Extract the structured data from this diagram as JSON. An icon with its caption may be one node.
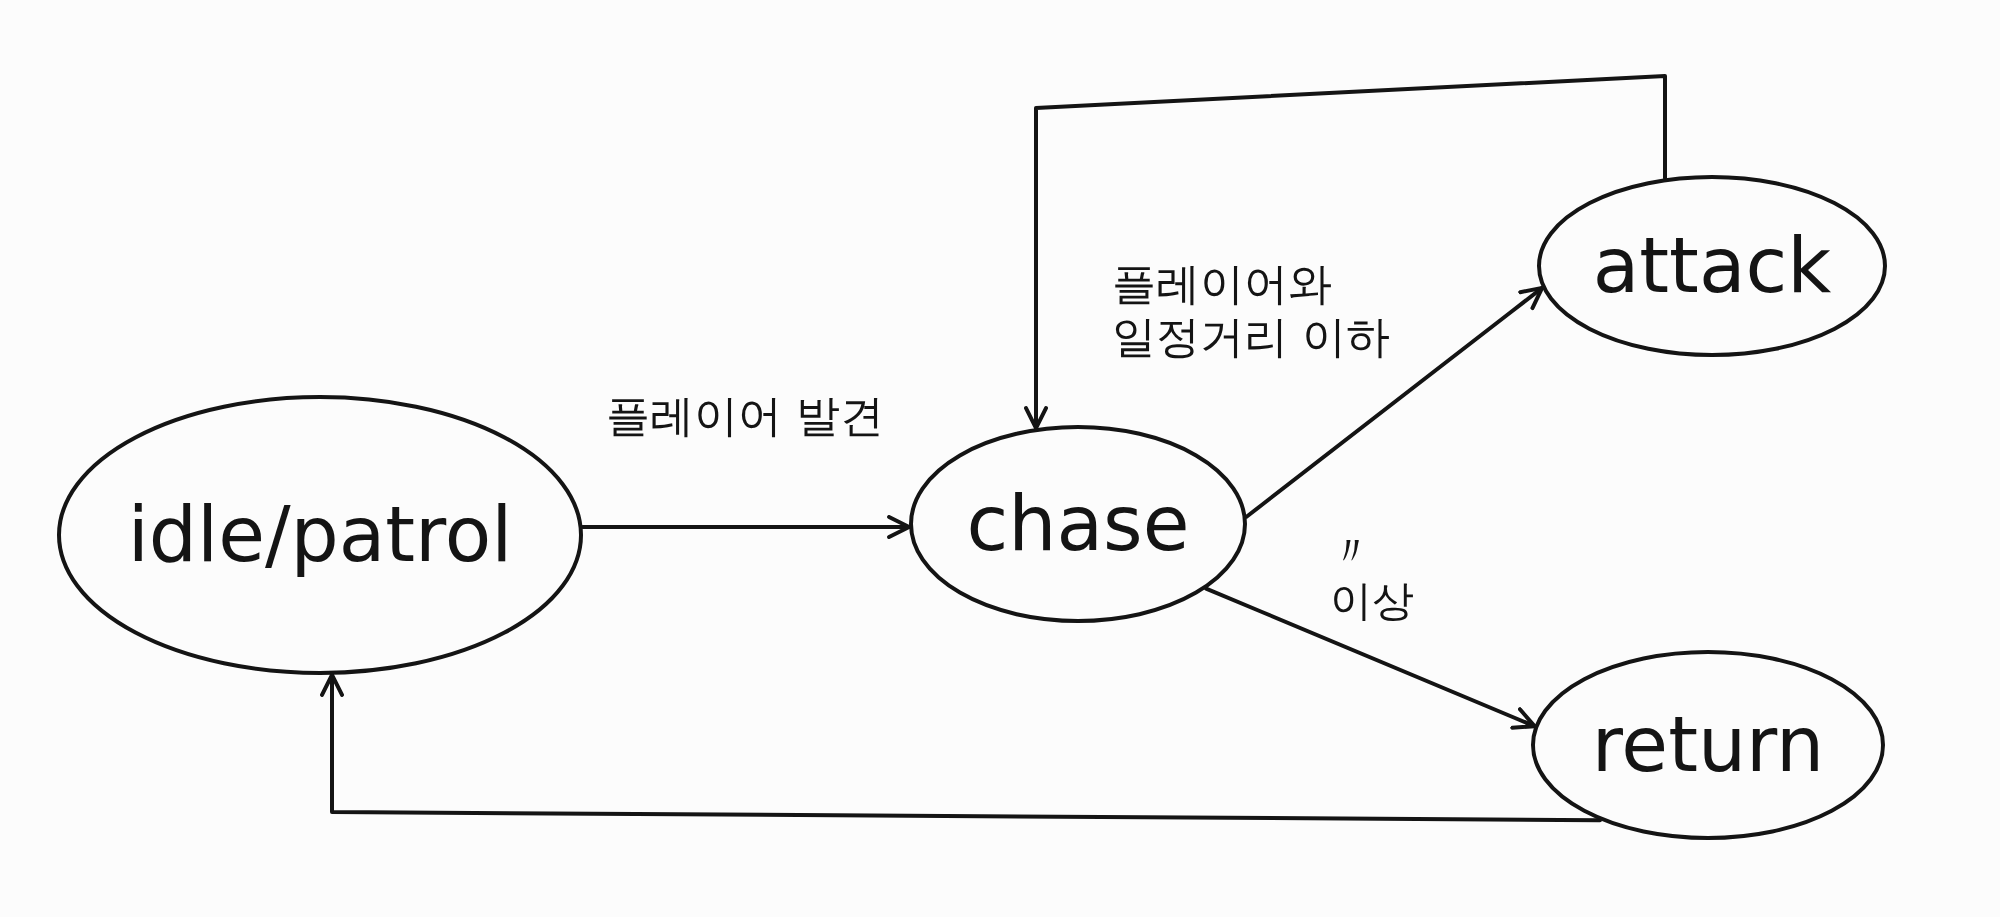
{
  "diagram": {
    "nodes": [
      {
        "text": [
          "idle/patrol"
        ]
      },
      {
        "text": [
          "chase"
        ]
      },
      {
        "text": [
          "attack"
        ]
      },
      {
        "text": [
          "return"
        ]
      }
    ],
    "edges": [
      {
        "from": 0,
        "to": 1,
        "arrow": "to",
        "label": "플레이어 발견"
      },
      {
        "from": 1,
        "to": 2,
        "arrow": "to",
        "label": "플레이어와 일정거리 이하"
      },
      {
        "from": 1,
        "to": 3,
        "arrow": "to",
        "label": "〃 이상"
      },
      {
        "from": 2,
        "to": 1,
        "arrow": "to"
      },
      {
        "from": 3,
        "to": 0,
        "arrow": "to"
      }
    ]
  }
}
